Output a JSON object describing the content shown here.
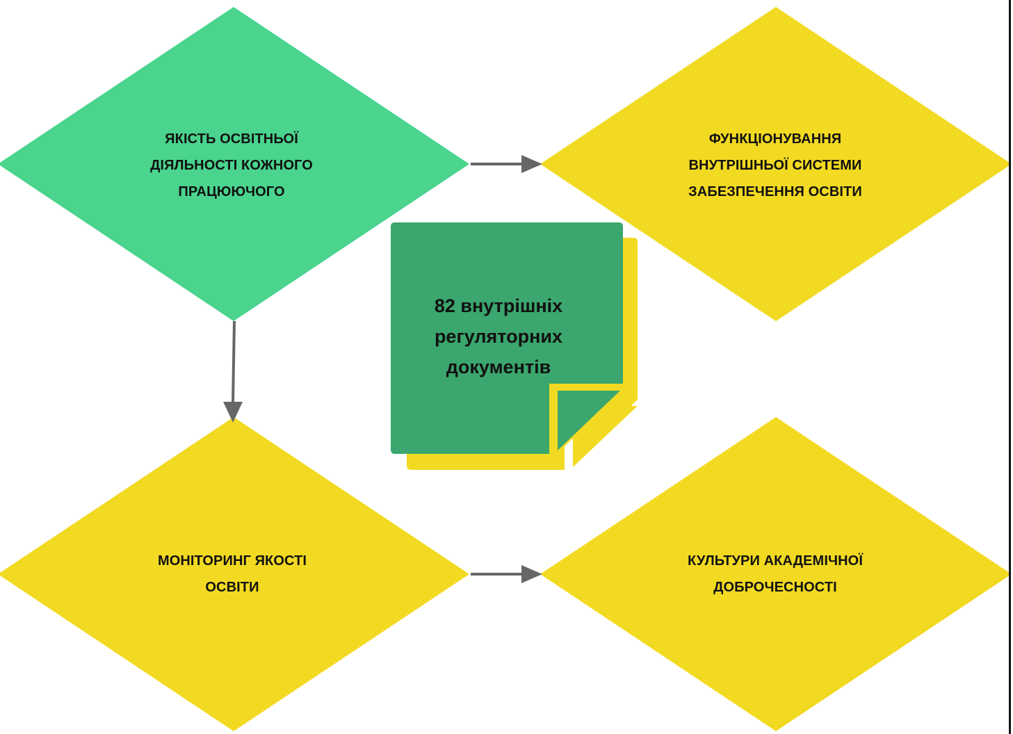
{
  "colors": {
    "green_diamond": "#4AD48E",
    "yellow_diamond": "#F3DA22",
    "note_green": "#3BA66D",
    "note_shadow": "#F3DA22",
    "arrow": "#666666",
    "text": "#111111"
  },
  "nodes": {
    "quality_of_activity": {
      "lines": [
        "ЯКІСТЬ ОСВІТНЬОЇ",
        "ДІЯЛЬНОСТІ КОЖНОГО",
        "ПРАЦЮЮЧОГО"
      ]
    },
    "internal_system": {
      "lines": [
        "ФУНКЦІОНУВАННЯ",
        "ВНУТРІШНЬОЇ СИСТЕМИ",
        "ЗАБЕЗПЕЧЕННЯ ОСВІТИ"
      ]
    },
    "monitoring": {
      "lines": [
        "МОНІТОРИНГ ЯКОСТІ",
        "ОСВІТИ"
      ]
    },
    "academic_integrity": {
      "lines": [
        "КУЛЬТУРИ АКАДЕМІЧНОЇ",
        "ДОБРОЧЕСНОСТІ"
      ]
    },
    "documents_note": {
      "lines": [
        "82 внутрішніх",
        "регуляторних",
        "документів"
      ],
      "icon": "sticky-note-icon"
    }
  }
}
